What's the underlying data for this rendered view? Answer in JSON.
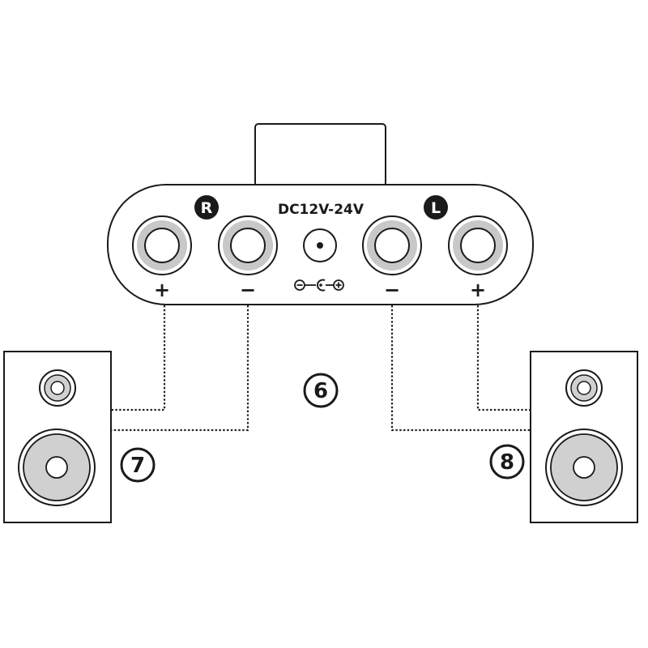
{
  "amplifier": {
    "voltage_label": "DC12V-24V",
    "right_channel_badge": "R",
    "left_channel_badge": "L",
    "terminal_labels": [
      "+",
      "−",
      "−",
      "+"
    ],
    "power_polarity_symbol": "⊖–C–⊕"
  },
  "callouts": {
    "amplifier": "6",
    "right_speaker": "7",
    "left_speaker": "8"
  },
  "colors": {
    "outline": "#1a1a1a",
    "terminal_ring": "#c8c8c8",
    "speaker_cone": "#d0d0d0"
  }
}
